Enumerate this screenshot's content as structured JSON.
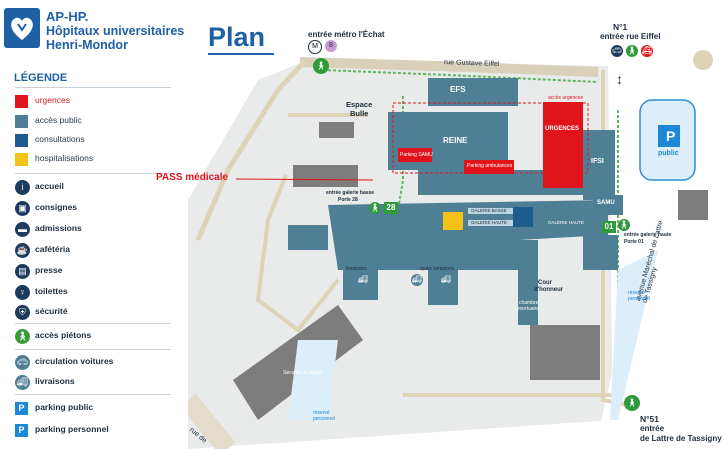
{
  "header": {
    "brand_line1": "AP-HP.",
    "brand_line2": "Hôpitaux universitaires",
    "brand_line3": "Henri-Mondor",
    "title": "Plan"
  },
  "legend": {
    "title": "LÉGENDE",
    "items": [
      {
        "label": "urgences",
        "color": "#e1141b"
      },
      {
        "label": "accès public",
        "color": "#4e7f95"
      },
      {
        "label": "consultations",
        "icon": "consultations-icon"
      },
      {
        "label": "hospitalisations",
        "icon": "bed-icon"
      },
      {
        "label": "accueil",
        "icon": "info-icon"
      },
      {
        "label": "consignes",
        "icon": "locker-icon"
      },
      {
        "label": "admissions",
        "icon": "desk-icon"
      },
      {
        "label": "cafétéria",
        "icon": "coffee-icon"
      },
      {
        "label": "presse",
        "icon": "newspaper-icon"
      },
      {
        "label": "toilettes",
        "icon": "toilets-icon"
      },
      {
        "label": "sécurité",
        "icon": "shield-icon"
      },
      {
        "label": "accès piétons",
        "icon": "pedestrian-icon",
        "color": "#3a9a3a"
      },
      {
        "label": "circulation voitures",
        "icon": "car-icon"
      },
      {
        "label": "livraisons",
        "icon": "truck-icon"
      },
      {
        "label": "parking public",
        "icon": "parking-icon"
      },
      {
        "label": "parking personnel",
        "icon": "parking-staff-icon"
      }
    ]
  },
  "map": {
    "metro": {
      "line1": "entrée métro l'Échat",
      "line_number": "8"
    },
    "n1": {
      "number": "N°1",
      "label": "entrée rue Eiffel"
    },
    "n51": {
      "number": "N°51",
      "line2": "entrée",
      "line3": "de Lattre de Tassigny"
    },
    "streets": {
      "top": "rue Gustave Eiffel",
      "right": "avenue Maréchal de Lattre de Tassigny",
      "bottom_left": "rue de"
    },
    "pass_medicale": "PASS médicale",
    "buildings": {
      "efs": "EFS",
      "reine": "REINE",
      "urgences": "URGENCES",
      "ifsi": "IFSI",
      "samu": "SAMU",
      "espace_bulle_1": "Espace",
      "espace_bulle_2": "Bulle",
      "cour_1": "Cour",
      "cour_2": "d'honneur",
      "chambre_1": "chambre",
      "chambre_2": "mortuaire",
      "securite": "Sécurité de santé",
      "parking_samu": "Parking SAMU",
      "parking_ambulances": "Parking ambulances",
      "galerie_basse": "GALERIE BASSE",
      "galerie_haute": "GALERIE HAUTE",
      "galerie_haute_2": "GALERIE HAUTE",
      "acces_urgences": "accès urgences",
      "livraisons": "livraisons",
      "quais": "quais livraisons",
      "entree_basse_1": "entrée galerie basse",
      "entree_basse_2": "Porte 28",
      "entree_haute_1": "entrée galerie haute",
      "entree_haute_2": "Porte 01",
      "parking_public": "public",
      "reserve1": "réservé personnel",
      "reserve2": "réservé personnel"
    },
    "porte_numbers": {
      "p28": "28",
      "p01": "01"
    }
  }
}
